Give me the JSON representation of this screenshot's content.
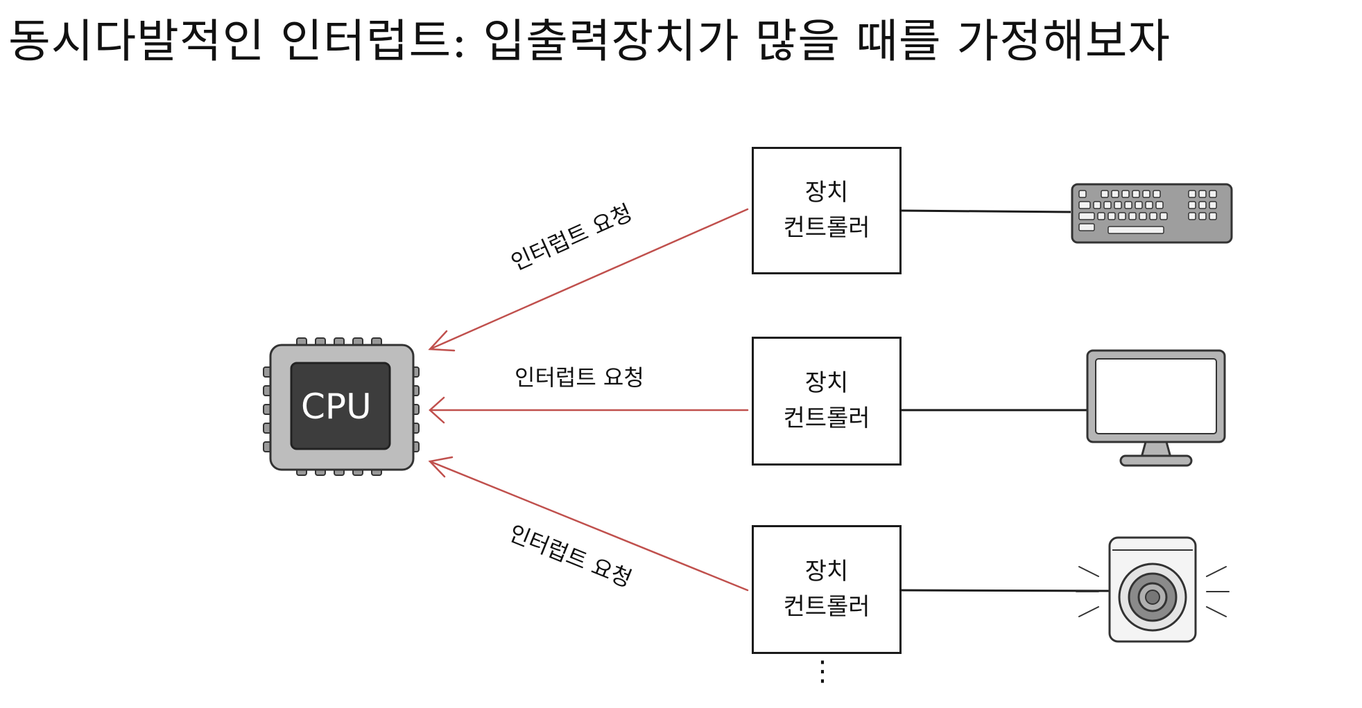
{
  "title": "동시다발적인 인터럽트: 입출력장치가 많을 때를 가정해보자",
  "cpu": {
    "label": "CPU"
  },
  "controllers": [
    {
      "line1": "장치",
      "line2": "컨트롤러",
      "device": "keyboard-icon"
    },
    {
      "line1": "장치",
      "line2": "컨트롤러",
      "device": "monitor-icon"
    },
    {
      "line1": "장치",
      "line2": "컨트롤러",
      "device": "speaker-icon"
    }
  ],
  "requests": [
    {
      "label": "인터럽트 요청"
    },
    {
      "label": "인터럽트 요청"
    },
    {
      "label": "인터럽트 요청"
    }
  ],
  "more": "⋮",
  "colors": {
    "arrow": "#c0504d",
    "line": "#1a1a1a",
    "chip": "#bdbdbd",
    "chip_core": "#3d3d3d"
  }
}
